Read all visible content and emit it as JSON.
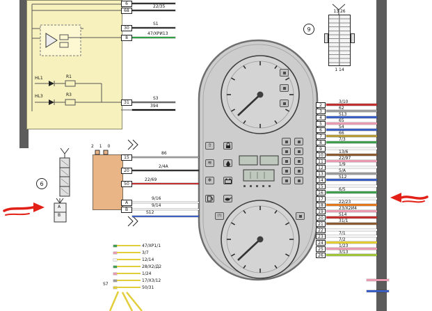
{
  "colors": {
    "harness_bar": "#5c5c5c",
    "relay_block_bg": "#f6f1bd",
    "connector_body": "#e9b586",
    "cluster_body": "#cdcdcd",
    "wire_yellow": "#e2ce3a",
    "annotation_red": "#e32017",
    "wire_pink": "#e89ab0",
    "wire_blue": "#3a5fc0"
  },
  "left_circuit": {
    "components": [
      {
        "ref": "HL1"
      },
      {
        "ref": "R1"
      },
      {
        "ref": "HL3"
      },
      {
        "ref": "R3"
      }
    ],
    "rows": [
      {
        "pin": "6",
        "wire": "",
        "color": "#333333"
      },
      {
        "pin": "68",
        "wire": "22/35",
        "color": "#333333"
      },
      {
        "pin": "30",
        "wire": "S1",
        "color": "#333333"
      },
      {
        "pin": "8",
        "wire": "47/ХРИ13",
        "color": "#2f9e44"
      },
      {
        "pin": "31",
        "wire": "S3",
        "color": "#6a6a6a"
      },
      {
        "pin": "",
        "wire": "394",
        "color": "#111111"
      }
    ]
  },
  "mid_connector": {
    "id_circle": "6",
    "pin_header": "2 1 0",
    "sub_pins": [
      "A",
      "B"
    ],
    "rows": [
      {
        "pin": "15",
        "wire": "86",
        "color": "#9a9a9a"
      },
      {
        "pin": "20",
        "wire": "2/4A",
        "color": "#333333"
      },
      {
        "pin": "50",
        "wire": "22/69",
        "color": "#c03030"
      },
      {
        "pin": "A",
        "wire": "9/16",
        "color": "#e8e8e8"
      },
      {
        "pin": "B",
        "wire": "9/14",
        "color": "#e8e8e8"
      },
      {
        "pin": "",
        "wire": "S12",
        "color": "#3a5fc0"
      }
    ]
  },
  "bottom_left_harness": {
    "tag": "S7",
    "rows": [
      {
        "label": "47/ХР1/1",
        "tip": "#3f9e4d"
      },
      {
        "label": "3/7",
        "tip": "#e89ab0"
      },
      {
        "label": "12/14",
        "tip": "#f2f2f2"
      },
      {
        "label": "28/Х2/Д2",
        "tip": "#3f9e4d"
      },
      {
        "label": "1/24",
        "tip": "#e89ab0"
      },
      {
        "label": "17/Х3/12",
        "tip": "#9a9a9a"
      },
      {
        "label": "50/31",
        "tip": "#e0cc30"
      }
    ]
  },
  "top_connector": {
    "id_circle": "9",
    "top_label": "13 26",
    "bottom_label": "1 14"
  },
  "right_connector": {
    "rows": [
      {
        "pin": "2",
        "wire": "3/10",
        "color": "#c03030"
      },
      {
        "pin": "3",
        "wire": "62",
        "color": "#9a9a9a"
      },
      {
        "pin": "4",
        "wire": "S13",
        "color": "#3a5fc0"
      },
      {
        "pin": "5",
        "wire": "65",
        "color": "#e89ab0"
      },
      {
        "pin": "6",
        "wire": "S4",
        "color": "#3a5fc0"
      },
      {
        "pin": "7",
        "wire": "66",
        "color": "#b59a3a"
      },
      {
        "pin": "8",
        "wire": "7/3",
        "color": "#3f9e4d"
      },
      {
        "pin": "9",
        "wire": "",
        "color": "#f2f2f2"
      },
      {
        "pin": "10",
        "wire": "13/6",
        "color": "#8a5a30"
      },
      {
        "pin": "11",
        "wire": "22/97",
        "color": "#e89ab0"
      },
      {
        "pin": "12",
        "wire": "1/9",
        "color": "#f2f2f2"
      },
      {
        "pin": "13",
        "wire": "5/A",
        "color": "#9a9a9a"
      },
      {
        "pin": "14",
        "wire": "S12",
        "color": "#3a5fc0"
      },
      {
        "pin": "15",
        "wire": "",
        "color": "#f2f2f2"
      },
      {
        "pin": "16",
        "wire": "6/5",
        "color": "#3f9e4d"
      },
      {
        "pin": "17",
        "wire": "",
        "color": "#f2f2f2"
      },
      {
        "pin": "18",
        "wire": "22/23",
        "color": "#e07820"
      },
      {
        "pin": "19",
        "wire": "23/Х2И4",
        "color": "#e89ab0"
      },
      {
        "pin": "20",
        "wire": "S14",
        "color": "#c03030"
      },
      {
        "pin": "21",
        "wire": "31/1",
        "color": "#8a5a30"
      },
      {
        "pin": "22",
        "wire": "",
        "color": "#f2f2f2"
      },
      {
        "pin": "23",
        "wire": "7/1",
        "color": "#f2f2f2"
      },
      {
        "pin": "24",
        "wire": "7/2",
        "color": "#e0cc30"
      },
      {
        "pin": "25",
        "wire": "1/23",
        "color": "#e89ab0"
      },
      {
        "pin": "26",
        "wire": "3/13",
        "color": "#9ec43a"
      }
    ]
  },
  "symbols": {
    "up_arrow": "⇧",
    "waves": "≋",
    "snowflake": "❄",
    "brake_excl": "(!)"
  }
}
